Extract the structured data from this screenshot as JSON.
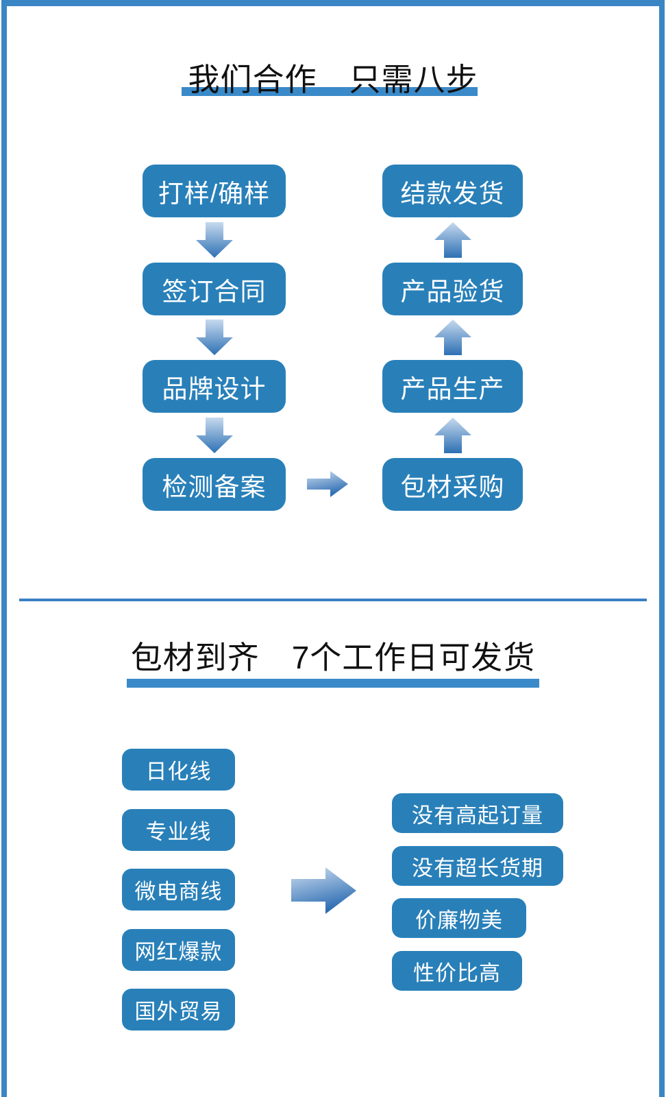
{
  "colors": {
    "accent_blue": "#2980b9",
    "frame_blue": "#3a86c5",
    "underline_blue": "#3a8ac9",
    "divider_blue": "#3a80c4",
    "arrow_gradient_light": "#c6daee",
    "arrow_gradient_dark": "#2e70b4",
    "title_text": "#111111",
    "box_text": "#ffffff"
  },
  "cooperation": {
    "title": "我们合作　只需八步",
    "left_steps": [
      "打样/确样",
      "签订合同",
      "品牌设计",
      "检测备案"
    ],
    "right_steps": [
      "结款发货",
      "产品验货",
      "产品生产",
      "包材采购"
    ]
  },
  "delivery": {
    "title": "包材到齐　7个工作日可发货",
    "product_lines": [
      "日化线",
      "专业线",
      "微电商线",
      "网红爆款",
      "国外贸易"
    ],
    "benefits": [
      "没有高起订量",
      "没有超长货期",
      "价廉物美",
      "性价比高"
    ]
  }
}
